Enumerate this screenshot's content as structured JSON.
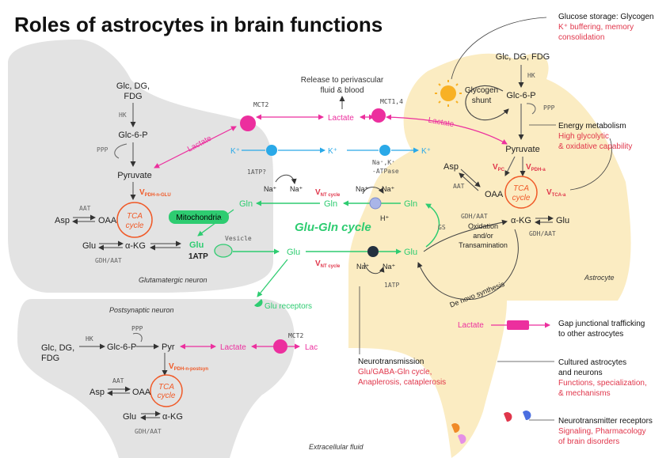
{
  "title": "Roles of astrocytes in brain functions",
  "colors": {
    "green": "#2ecc71",
    "magenta": "#ec2f9e",
    "red": "#e0364b",
    "orange": "#f05a28",
    "blue": "#2aa9e8",
    "neuron": "#e3e3e3",
    "astrocyte": "#fbecc2",
    "mito": "#2ecc71",
    "dark": "#222222",
    "grey": "#666666"
  },
  "compartments": {
    "glutamatergic": "Glutamatergic neuron",
    "postsynaptic": "Postsynaptic neuron",
    "astrocyte": "Astrocyte",
    "extracellular": "Extracellular fluid"
  },
  "neuron": {
    "glc": "Glc, DG,",
    "fdg": "FDG",
    "hk": "HK",
    "g6p": "Glc-6-P",
    "ppp": "PPP",
    "pyruvate": "Pyruvate",
    "vpdh": "V",
    "vpdh_sub": "PDH-n-GLU",
    "tca1": "TCA",
    "tca2": "cycle",
    "aat": "AAT",
    "asp": "Asp",
    "oaa": "OAA",
    "glu": "Glu",
    "akg": "α-KG",
    "gdh": "GDH/AAT",
    "lactate": "Lactate",
    "mito": "Mitochondria",
    "gln": "Gln",
    "glu_vesicle": "Glu",
    "atp": "1ATP",
    "vesicle": "Vesicle"
  },
  "post": {
    "ppp": "PPP",
    "glc": "Glc, DG,",
    "fdg": "FDG",
    "hk": "HK",
    "g6p": "Glc-6-P",
    "pyr": "Pyr",
    "lactate": "Lactate",
    "mct2": "MCT2",
    "lac": "Lac",
    "vpdh": "V",
    "vpdh_sub": "PDH-n-postsyn",
    "aat": "AAT",
    "asp": "Asp",
    "oaa": "OAA",
    "tca1": "TCA",
    "tca2": "cycle",
    "glu": "Glu",
    "akg": "α-KG",
    "gdh": "GDH/AAT"
  },
  "extracellular": {
    "release1": "Release to perivascular",
    "release2": "fluid & blood",
    "mct2": "MCT2",
    "mct14": "MCT1,4",
    "lactate_mid": "Lactate",
    "k1": "K⁺",
    "k2": "K⁺",
    "k3": "K⁺",
    "atpase1": "Na⁺,K⁺",
    "atpase2": "-ATPase",
    "atp_q": "1ATP?",
    "na1": "Na⁺",
    "na2": "Na⁺",
    "vnt": "V",
    "vnt_sub": "NT cycle",
    "gln": "Gln",
    "cycle": "Glu-Gln cycle",
    "glu": "Glu",
    "vnt2": "V",
    "vnt2_sub": "NT cycle",
    "glu_receptors": "Glu receptors",
    "na3": "Na⁺",
    "na4": "Na⁺",
    "h": "H⁺",
    "na5": "Na⁺",
    "na6": "Na⁺",
    "atp2": "1ATP"
  },
  "astro": {
    "glc": "Glc, DG, FDG",
    "hk": "HK",
    "g6p": "Glc-6-P",
    "glycogen1": "Glycogen",
    "glycogen2": "shunt",
    "ppp": "PPP",
    "lactate": "Lactate",
    "pyruvate": "Pyruvate",
    "asp": "Asp",
    "aat": "AAT",
    "oaa": "OAA",
    "vpc": "V",
    "vpc_sub": "PC",
    "vpdh": "V",
    "vpdh_sub": "PDH-a",
    "tca1": "TCA",
    "tca2": "cycle",
    "vtca": "V",
    "vtca_sub": "TCA-a",
    "gln": "Gln",
    "glu": "Glu",
    "gs": "GS",
    "gdh": "GDH/AAT",
    "akg": "α-KG",
    "glu2": "Glu",
    "gdh2": "GDH/AAT",
    "oxid1": "Oxidation",
    "oxid2": "and/or",
    "oxid3": "Transamination",
    "denovo": "De novo synthesis"
  },
  "annotations": {
    "glucose_title": "Glucose storage: Glycogen",
    "glucose_red1": "K⁺ buffering, memory",
    "glucose_red2": "consolidation",
    "energy_title": "Energy metabolism",
    "energy_red1": "High glycolytic",
    "energy_red2": "& oxidative capability",
    "gap_lactate": "Lactate",
    "gap1": "Gap junctional trafficking",
    "gap2": "to other astrocytes",
    "neuro_title": "Neurotransmission",
    "neuro_red1": "Glu/GABA-Gln cycle,",
    "neuro_red2": "Anaplerosis, cataplerosis",
    "cult1": "Cultured astrocytes",
    "cult2": "and neurons",
    "cult_red1": "Functions, specialization,",
    "cult_red2": "& mechanisms",
    "rec_title": "Neurotransmitter receptors",
    "rec_red1": "Signaling, Pharmacology",
    "rec_red2": "of brain disorders"
  }
}
